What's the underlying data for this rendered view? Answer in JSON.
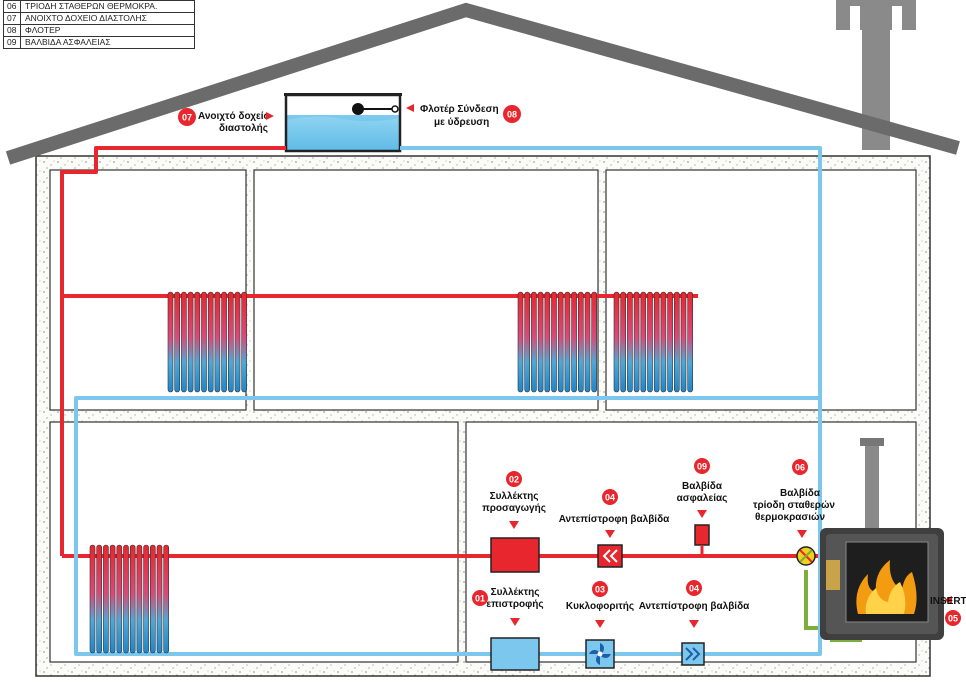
{
  "legend": [
    {
      "num": "06",
      "text": "ΤΡΙΟΔΗ ΣΤΑΘΕΡΩΝ ΘΕΡΜΟΚΡΑ."
    },
    {
      "num": "07",
      "text": "ΑΝΟΙΧΤΟ ΔΟΧΕΙΟ ΔΙΑΣΤΟΛΗΣ"
    },
    {
      "num": "08",
      "text": "ΦΛΟΤΕΡ"
    },
    {
      "num": "09",
      "text": "ΒΑΛΒΙΔΑ ΑΣΦΑΛΕΙΑΣ"
    }
  ],
  "labels": {
    "tank": {
      "badge": "07",
      "line1": "Ανοιχτό δοχείο",
      "line2": "διαστολής"
    },
    "float": {
      "badge": "08",
      "line1": "Φλοτέρ Σύνδεση",
      "line2": "με ύδρευση"
    },
    "supply_collector": {
      "badge": "02",
      "line1": "Συλλέκτης",
      "line2": "προσαγωγής"
    },
    "check_valve_top": {
      "badge": "04",
      "line1": "Αντεπίστροφη βαλβίδα"
    },
    "safety_valve": {
      "badge": "09",
      "line1": "Βαλβίδα",
      "line2": "ασφαλείας"
    },
    "three_way": {
      "badge": "06",
      "line1": "Βαλβίδα",
      "line2": "τρίοδη σταθερών",
      "line3": "θερμοκρασιών"
    },
    "return_collector": {
      "badge": "01",
      "line1": "Συλλέκτης",
      "line2": "επιστροφής"
    },
    "pump": {
      "badge": "03",
      "line1": "Κυκλοφοριτής"
    },
    "check_valve_bottom": {
      "badge": "04",
      "line1": "Αντεπίστροφη βαλβίδα"
    },
    "insert": {
      "badge": "05",
      "line1": "INSERT"
    }
  },
  "colors": {
    "hot": "#e8262d",
    "cold": "#7cc7ee",
    "roof": "#6b6b6b",
    "badge": "#e8262d",
    "green_pipe": "#7cae3c"
  },
  "icons": {
    "check_valve_top": "double-chevron-left-icon",
    "check_valve_bottom": "double-chevron-right-icon",
    "pump": "fan-impeller-icon",
    "fire": "flame-icon"
  }
}
